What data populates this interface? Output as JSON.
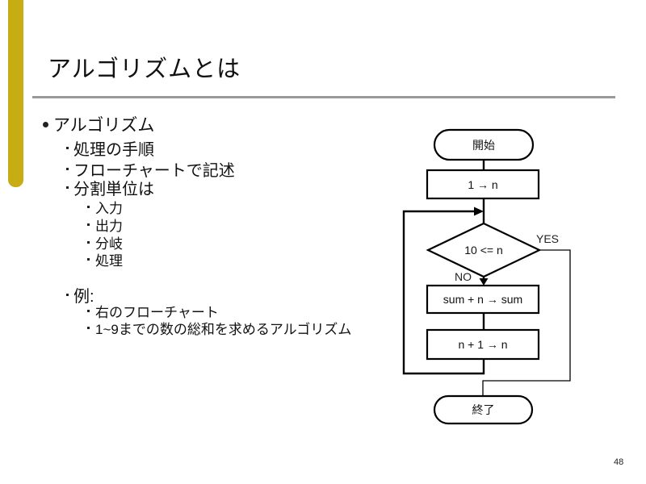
{
  "slide": {
    "title": "アルゴリズムとは",
    "page_number": "48"
  },
  "colors": {
    "accent_bar": "#c8ac14",
    "title_rule": "#999999",
    "flow_lines": "#000000",
    "text": "#111111"
  },
  "outline": {
    "l1": "アルゴリズム",
    "l2": [
      "処理の手順",
      "フローチャートで記述",
      "分割単位は"
    ],
    "l3a": [
      "入力",
      "出力",
      "分岐",
      "処理"
    ],
    "example_label": "例:",
    "l3b": [
      "右のフローチャート",
      "1~9までの数の総和を求めるアルゴリズム"
    ]
  },
  "flowchart": {
    "start": "開始",
    "init": "1 → n",
    "decision": "10 <= n",
    "yes_label": "YES",
    "no_label": "NO",
    "accumulate": "sum + n → sum",
    "increment": "n + 1 → n",
    "end": "終了"
  }
}
